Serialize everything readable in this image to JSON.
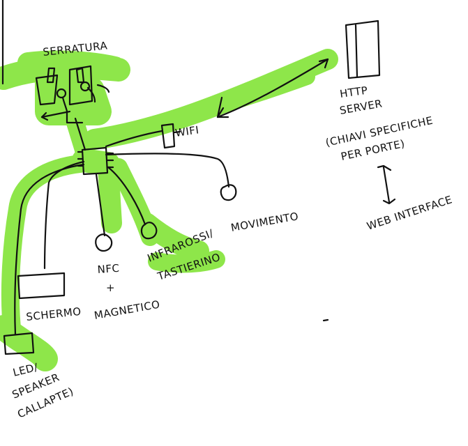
{
  "colors": {
    "highlighter": "#8ee64a",
    "ink": "#111111",
    "paper": "#ffffff"
  },
  "labels": {
    "lock": "SERRATURA",
    "wifi": "WIFI",
    "server_line1": "HTTP",
    "server_line2": "SERVER",
    "keys_line1": "(CHIAVI SPECIFICHE",
    "keys_line2": "PER PORTE)",
    "web_interface": "WEB INTERFACE",
    "motion": "MOVIMENTO",
    "infrared_line1": "INFRAROSSI/",
    "infrared_line2": "TASTIERINO",
    "nfc_line1": "NFC",
    "nfc_plus": "+",
    "nfc_line2": "MAGNETICO",
    "screen": "SCHERMO",
    "led_line1": "LED/",
    "led_line2": "SPEAKER",
    "led_line3": "CALLAPTE)"
  }
}
